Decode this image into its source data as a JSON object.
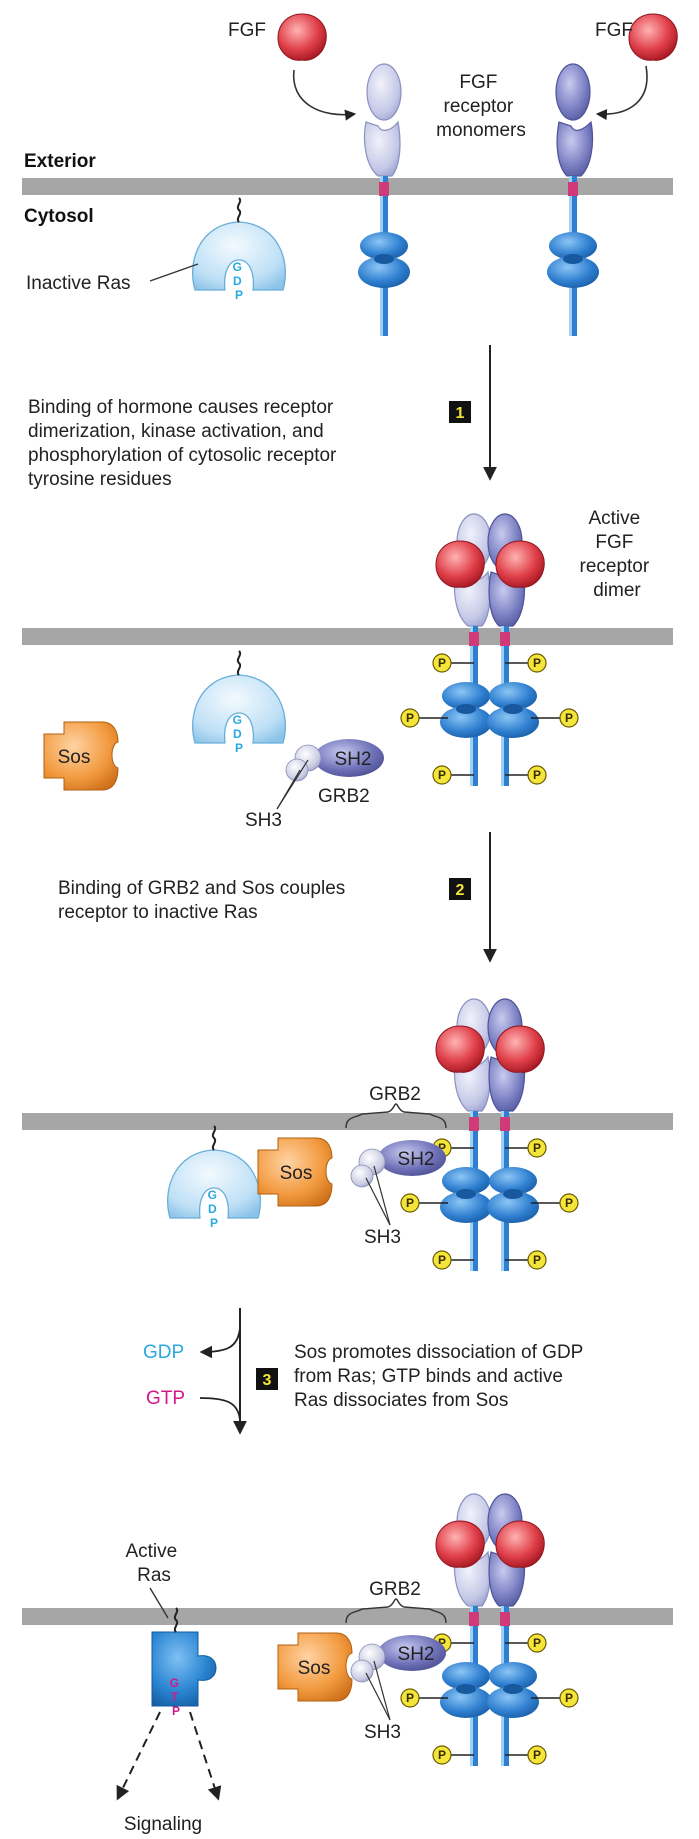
{
  "labels": {
    "fgf": "FGF",
    "receptor_monomers": [
      "FGF",
      "receptor",
      "monomers"
    ],
    "exterior": "Exterior",
    "cytosol": "Cytosol",
    "inactive_ras": "Inactive Ras",
    "gdp_letters": [
      "G",
      "D",
      "P"
    ],
    "gtp_letters": [
      "G",
      "T",
      "P"
    ],
    "active_dimer": [
      "Active",
      "FGF",
      "receptor",
      "dimer"
    ],
    "sos": "Sos",
    "sh2": "SH2",
    "sh3": "SH3",
    "grb2": "GRB2",
    "p": "P",
    "gdp": "GDP",
    "gtp": "GTP",
    "active_ras": [
      "Active",
      "Ras"
    ],
    "signaling": "Signaling"
  },
  "steps": [
    {
      "number": "1",
      "caption": [
        "Binding of hormone causes receptor",
        "dimerization, kinase activation, and",
        "phosphorylation of cytosolic receptor",
        "tyrosine residues"
      ]
    },
    {
      "number": "2",
      "caption": [
        "Binding of GRB2 and Sos couples",
        "receptor to inactive Ras"
      ]
    },
    {
      "number": "3",
      "caption": [
        "Sos promotes dissociation of GDP",
        "from Ras; GTP binds and active",
        "Ras dissociates from Sos"
      ]
    }
  ],
  "colors": {
    "membrane": "#a6a6a6",
    "fgf_red": "#e0404a",
    "receptor_light": "#c9cde8",
    "receptor_dark": "#7d82c4",
    "kinase_blue": "#2f7fd0",
    "ras_light": "#bfe0f6",
    "ras_active": "#2b86d2",
    "sos_orange": "#f29a3f",
    "grb2_purple": "#6f72b8",
    "phospho_yellow": "#f3e53a",
    "gdp_cyan": "#29a9df",
    "gtp_magenta": "#d2188a",
    "step_box": "#111111",
    "step_text": "#f3e53a"
  }
}
